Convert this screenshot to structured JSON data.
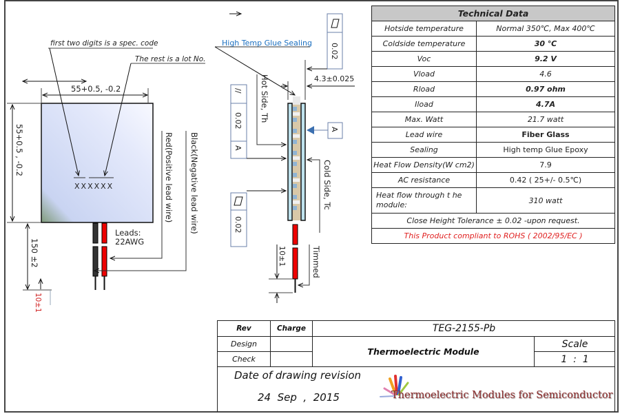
{
  "drawing": {
    "top_view": {
      "annotation_spec_code": "first two digits is a spec. code",
      "annotation_lot_no": "The rest is a lot No.",
      "width_dim": "55+0.5, -0.2",
      "height_dim": "55+0.5 , -0.2",
      "marking": "XXXXXX",
      "leads_label_1": "Leads:",
      "leads_label_2": "22AWG",
      "red_wire_label": "Red(Positive lead wire)",
      "black_wire_label": "Black(Negative lead wire)",
      "lead_length_dim": "150 ±2",
      "tinned_length_dim": "10±1"
    },
    "side_view": {
      "glue_sealing_label": "High Temp Glue Sealing",
      "thickness_dim": "4.3±0.025",
      "hot_side_label": "Hot Side, Th",
      "cold_side_label": "Cold Side, Tc",
      "tinned_label": "Timmed",
      "tinned_length_dim": "10±1",
      "flatness_top_value": "0.02",
      "parallelism_symbol": "//",
      "parallelism_value": "0.02",
      "parallelism_datum": "A",
      "flatness_bottom_value": "0.02",
      "datum_label": "A"
    }
  },
  "technical_data": {
    "title": "Technical Data",
    "rows": [
      {
        "label": "Hotside temperature",
        "value": "Normal 350℃, Max 400℃"
      },
      {
        "label": "Coldside temperature",
        "value": "30 ℃"
      },
      {
        "label": "Voc",
        "value": "9.2 V"
      },
      {
        "label": "Vload",
        "value": "4.6"
      },
      {
        "label": "Rload",
        "value": "0.97 ohm"
      },
      {
        "label": "Iload",
        "value": "4.7A"
      },
      {
        "label": "Max. Watt",
        "value": "21.7 watt"
      },
      {
        "label": "Lead wire",
        "value": "Fiber Glass"
      },
      {
        "label": "Sealing",
        "value": "High temp Glue Epoxy"
      },
      {
        "label": "Heat Flow Density(W cm2)",
        "value": "7.9"
      },
      {
        "label": "AC resistance",
        "value": "0.42 ( 25+/- 0.5℃)"
      },
      {
        "label": "Heat flow through t he module:",
        "value": "310 watt"
      }
    ],
    "note": "Close Height Tolerance ± 0.02 -upon request.",
    "rohs": "This Product compliant to ROHS ( 2002/95/EC )",
    "colors": {
      "header_bg": "#c8c8c8",
      "rohs": "#e02020"
    }
  },
  "title_block": {
    "rev_label": "Rev",
    "charge_label": "Charge",
    "part_number": "TEG-2155-Pb",
    "design_label": "Design",
    "check_label": "Check",
    "product_name": "Thermoelectric Module",
    "scale_label": "Scale",
    "scale_value": "1  :  1",
    "date_label": "Date of drawing revision",
    "date_value": "24  Sep  ,  2015",
    "logo_text": "Thermoelectric Modules for Semiconductor"
  }
}
